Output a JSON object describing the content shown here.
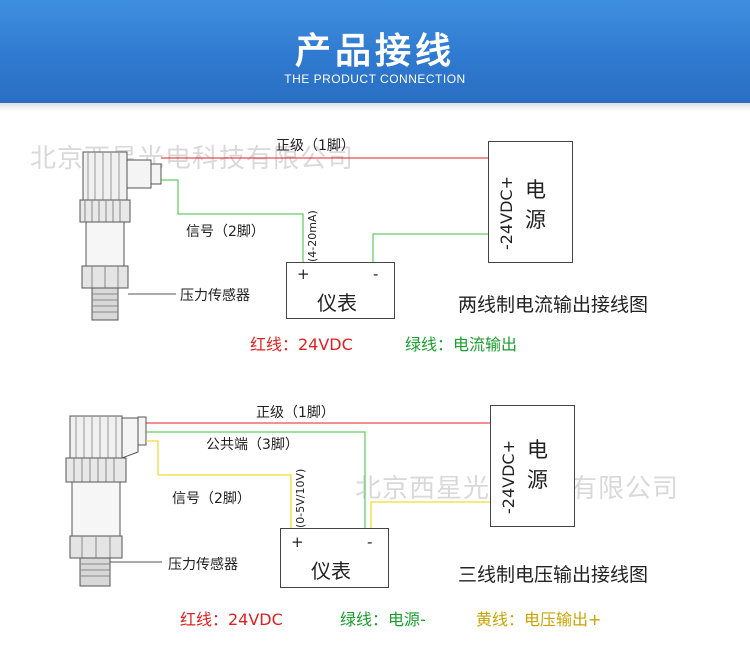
{
  "header": {
    "title": "产品接线",
    "subtitle": "THE PRODUCT CONNECTION"
  },
  "watermark": "北京西星光电科技有限公司",
  "diagram1": {
    "wire_pos_label": "正级（1脚）",
    "wire_signal_label": "信号（2脚）",
    "sensor_label": "压力传感器",
    "signal_range": "(4-20mA)",
    "meter": {
      "plus": "+",
      "minus": "-",
      "label": "仪表"
    },
    "power": {
      "voltage": "-24VDC+",
      "label_line1": "电",
      "label_line2": "源"
    },
    "caption": "两线制电流输出接线图",
    "legend": [
      {
        "text": "红线：24VDC",
        "color": "#e02020"
      },
      {
        "text": "绿线：电流输出",
        "color": "#1a9e2e"
      }
    ]
  },
  "diagram2": {
    "wire_pos_label": "正级（1脚）",
    "wire_common_label": "公共端（3脚）",
    "wire_signal_label": "信号（2脚）",
    "sensor_label": "压力传感器",
    "signal_range": "(0-5V/10V)",
    "meter": {
      "plus": "+",
      "minus": "-",
      "label": "仪表"
    },
    "power": {
      "voltage": "-24VDC+",
      "label_line1": "电",
      "label_line2": "源"
    },
    "caption": "三线制电压输出接线图",
    "legend": [
      {
        "text": "红线：24VDC",
        "color": "#e02020"
      },
      {
        "text": "绿线：电源-",
        "color": "#1a9e2e"
      },
      {
        "text": "黄线：电压输出+",
        "color": "#c9a400"
      }
    ]
  },
  "colors": {
    "banner": "#2f7ad0",
    "red_wire": "#e02020",
    "green_wire": "#3cc23c",
    "yellow_wire": "#e8d400"
  }
}
